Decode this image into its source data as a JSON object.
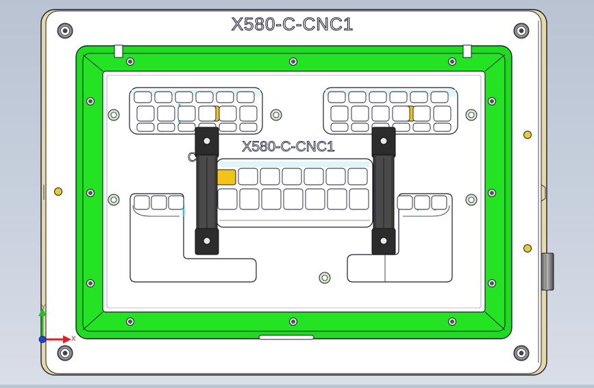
{
  "model": {
    "plate_label": "X580-C-CNC1",
    "inner_label": "X580-C-CNC1",
    "partial_label": "C"
  },
  "triad": {
    "x_label": "X",
    "y_label": "Y"
  },
  "colors": {
    "background": "#c3ccd9",
    "frame_green": "#1edc1e",
    "plate": "#ffffff",
    "edge": "#1a1a33",
    "tan_edge": "#e6d9a6",
    "key_yellow": "#f2c417",
    "key_cyan": "#34c6c6",
    "pin_yellow": "#f0c92a",
    "axis_x": "#e02020",
    "axis_y": "#22c022",
    "axis_z": "#2040e0"
  },
  "icons": [
    "screw-icon",
    "pin-icon",
    "handle-bar",
    "axis-triad-icon"
  ]
}
